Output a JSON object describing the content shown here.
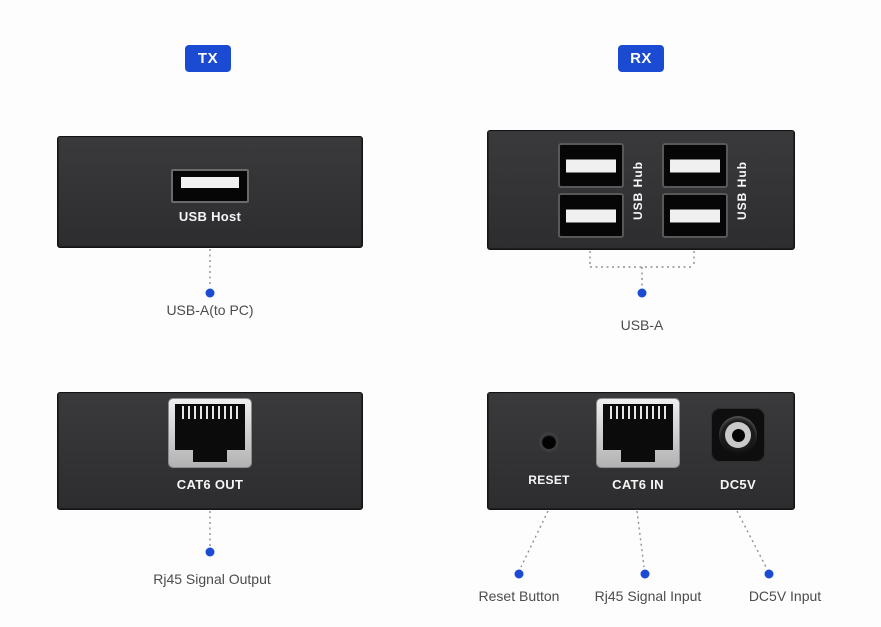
{
  "badges": {
    "tx": "TX",
    "rx": "RX"
  },
  "tx_front": {
    "port_label": "USB Host",
    "callout": "USB-A(to PC)"
  },
  "rx_front": {
    "hub_labels": [
      "USB Hub",
      "USB Hub"
    ],
    "callout": "USB-A"
  },
  "tx_rear": {
    "port_label": "CAT6 OUT",
    "callout": "Rj45 Signal Output"
  },
  "rx_rear": {
    "reset_label": "RESET",
    "rj45_label": "CAT6 IN",
    "dc_label": "DC5V",
    "reset_callout": "Reset Button",
    "rj45_callout": "Rj45 Signal Input",
    "dc_callout": "DC5V Input"
  },
  "colors": {
    "badge_blue": "#1b4bd2",
    "dot_blue": "#1b4bd2",
    "panel_dark": "#313133",
    "callout_text": "#4c4c4c"
  }
}
